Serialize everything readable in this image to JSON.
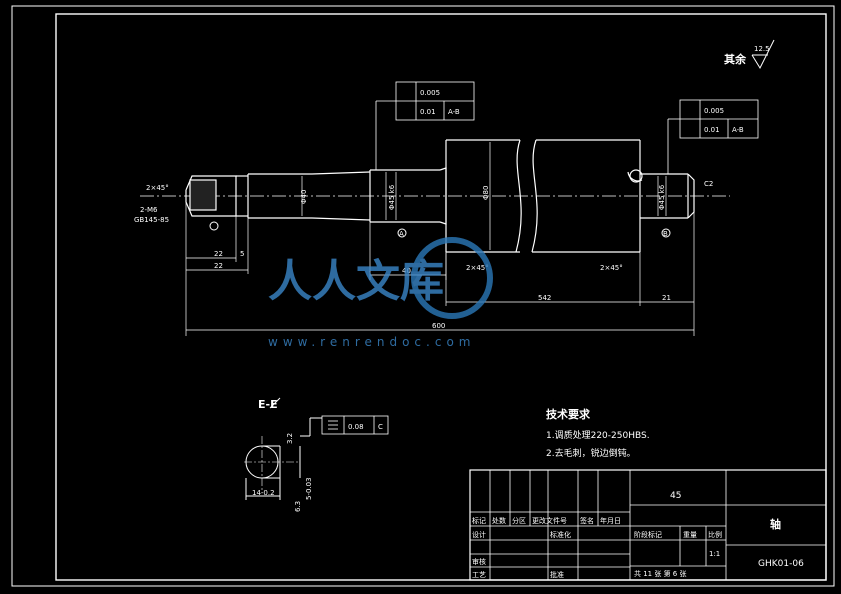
{
  "surface_finish": {
    "label": "其余",
    "value": "12.5"
  },
  "tolerance_frames": {
    "left": {
      "row1_value": "0.005",
      "row2_value": "0.01",
      "row2_datum": "A-B"
    },
    "right": {
      "row1_value": "0.005",
      "row2_value": "0.01",
      "row2_datum": "A-B"
    },
    "section": {
      "value": "0.08",
      "datum": "C"
    }
  },
  "section_view": {
    "title": "E-E",
    "dim_depth": "14-0.2",
    "dim_width": "5-0.03",
    "dim_small": "3.2",
    "roughness": "6.3"
  },
  "dimensions": {
    "d22": "22",
    "d22b": "22",
    "d5": "5",
    "d40": "40",
    "d542": "542",
    "d21": "21",
    "d600": "600",
    "chamfer_left": "2×45°",
    "chamfer_mid": "2×45°",
    "chamfer_right": "2×45°",
    "c2": "C2",
    "thread": "2-M6",
    "thread_depth": "GB145-85",
    "dia_mid": "Φ40",
    "dia_main": "Φ80",
    "dia_a": "Φ45 k6",
    "dia_b": "Φ45 k6",
    "label_a": "A",
    "label_b": "B"
  },
  "tech_requirements": {
    "title": "技术要求",
    "line1": "1.调质处理220-250HBS.",
    "line2": "2.去毛刺，锐边倒钝。"
  },
  "title_block": {
    "material": "45",
    "part_name": "轴",
    "drawing_no": "GHK01-06",
    "scale": "1:1",
    "sheet_info": "共 11 张  第 6 张",
    "headers_row": [
      "标记",
      "处数",
      "分区",
      "更改文件号",
      "签名",
      "年月日"
    ],
    "design": "设计",
    "standardize": "标准化",
    "review": "审核",
    "process": "工艺",
    "approve": "批准",
    "stage_labels": [
      "阶段标记",
      "重量",
      "比例"
    ]
  },
  "watermark": {
    "title": "人人文库",
    "url": "www.renrendoc.com"
  }
}
